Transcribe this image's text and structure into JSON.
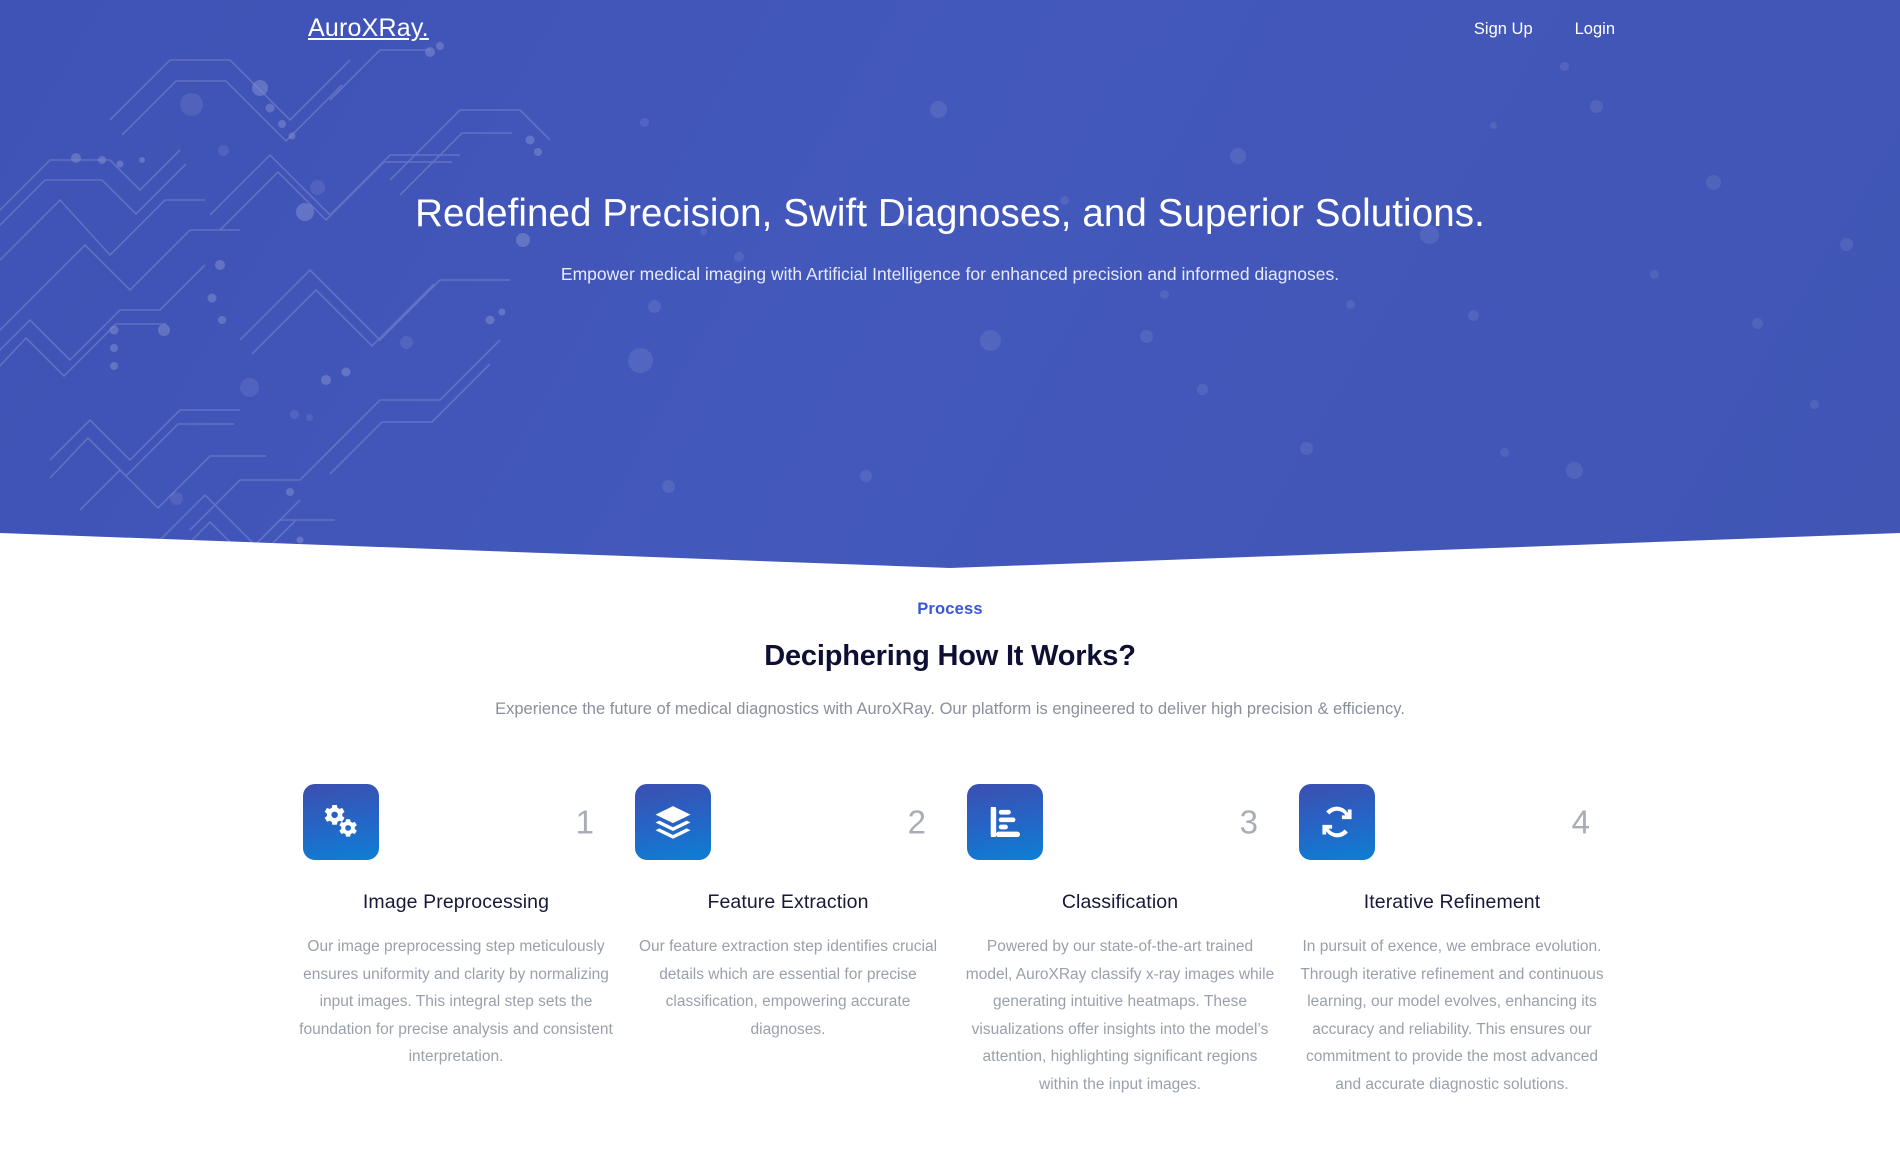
{
  "brand": {
    "name": "AuroXRay."
  },
  "nav": {
    "links": [
      {
        "label": "Sign Up",
        "name": "nav-link-sign-up"
      },
      {
        "label": "Login",
        "name": "nav-link-login"
      }
    ]
  },
  "hero": {
    "title": "Redefined Precision, Swift Diagnoses, and Superior Solutions.",
    "subtitle": "Empower medical imaging with Artificial Intelligence for enhanced precision and informed diagnoses.",
    "background_color": "#4055b4",
    "decoration": "circuit-board-pattern"
  },
  "process": {
    "eyebrow": "Process",
    "eyebrow_color": "#3b56d4",
    "title": "Deciphering How It Works?",
    "description": "Experience the future of medical diagnostics with AuroXRay. Our platform is engineered to deliver high precision & efficiency.",
    "steps": [
      {
        "number": "1",
        "icon": "gears-icon",
        "title": "Image Preprocessing",
        "text": "Our image preprocessing step meticulously ensures uniformity and clarity by normalizing input images. This integral step sets the foundation for precise analysis and consistent interpretation."
      },
      {
        "number": "2",
        "icon": "layers-icon",
        "title": "Feature Extraction",
        "text": "Our feature extraction step identifies crucial details which are essential for precise classification, empowering accurate diagnoses."
      },
      {
        "number": "3",
        "icon": "bar-chart-icon",
        "title": "Classification",
        "text": "Powered by our state-of-the-art trained model, AuroXRay classify x-ray images while generating intuitive heatmaps. These visualizations offer insights into the model’s attention, highlighting significant regions within the input images."
      },
      {
        "number": "4",
        "icon": "refresh-sync-icon",
        "title": "Iterative Refinement",
        "text": "In pursuit of exence, we embrace evolution. Through iterative refinement and continuous learning, our model evolves, enhancing its accuracy and reliability. This ensures our commitment to provide the most advanced and accurate diagnostic solutions."
      }
    ],
    "tile_gradient_start": "#3c4fb0",
    "tile_gradient_end": "#0d7fd4"
  }
}
